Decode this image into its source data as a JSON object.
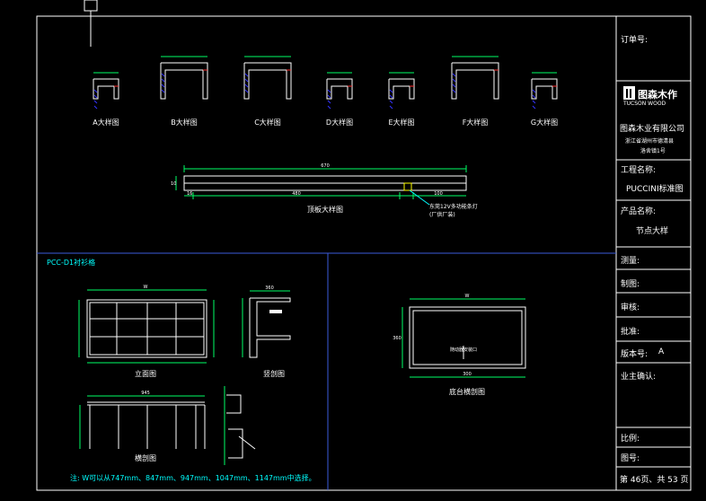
{
  "title_block": {
    "order_no_label": "订单号:",
    "logo_cn": "图森木作",
    "logo_en": "TUCSON WOOD",
    "company": "图森木业有限公司",
    "address_line1": "浙江省湖州市德清县",
    "address_line2": "洛舍镇1号",
    "project_label": "工程名称:",
    "project_value": "PUCCINI标准图",
    "product_label": "产品名称:",
    "product_value": "节点大样",
    "survey_label": "测量:",
    "drawing_label": "制图:",
    "review_label": "审核:",
    "approve_label": "批准:",
    "version_label": "版本号:",
    "version_value": "A",
    "owner_label": "业主确认:",
    "scale_label": "比例:",
    "drawing_no_label": "图号:",
    "page_text": "第 46页、共 53 页"
  },
  "top_section": {
    "details": [
      {
        "label": "A大样图"
      },
      {
        "label": "B大样图"
      },
      {
        "label": "C大样图"
      },
      {
        "label": "D大样图"
      },
      {
        "label": "E大样图"
      },
      {
        "label": "F大样图"
      },
      {
        "label": "G大样图"
      }
    ],
    "top_panel_label": "顶板大样图",
    "top_panel_dims": {
      "total": "670",
      "left": "16",
      "center": "480",
      "right": "100",
      "small": "10"
    },
    "led_note_line1": "东莞12V多功能条灯",
    "led_note_line2": "(厂供厂装)"
  },
  "bottom_left": {
    "title": "PCC-D1衬衫格",
    "elevation_label": "立面图",
    "vertical_section_label": "竖剖图",
    "horizontal_section_label": "横剖图",
    "width_dim": "W",
    "depth_dim": "360",
    "total_dim": "945",
    "note": "注: W可以从747mm、847mm、947mm、1047mm、1147mm中选择。"
  },
  "bottom_right": {
    "base_label": "底台横剖图",
    "leg_note": "随动器安装口",
    "width_dim": "W",
    "height_dim": "360",
    "center_dim": "300"
  },
  "colors": {
    "frame": "#ffffff",
    "divider": "#3b5bdb",
    "dimension": "#00ff66",
    "detail": "#ffffff",
    "accent": "#ff3333",
    "hatch": "#3333ff",
    "text_cyan": "#00ffff"
  }
}
